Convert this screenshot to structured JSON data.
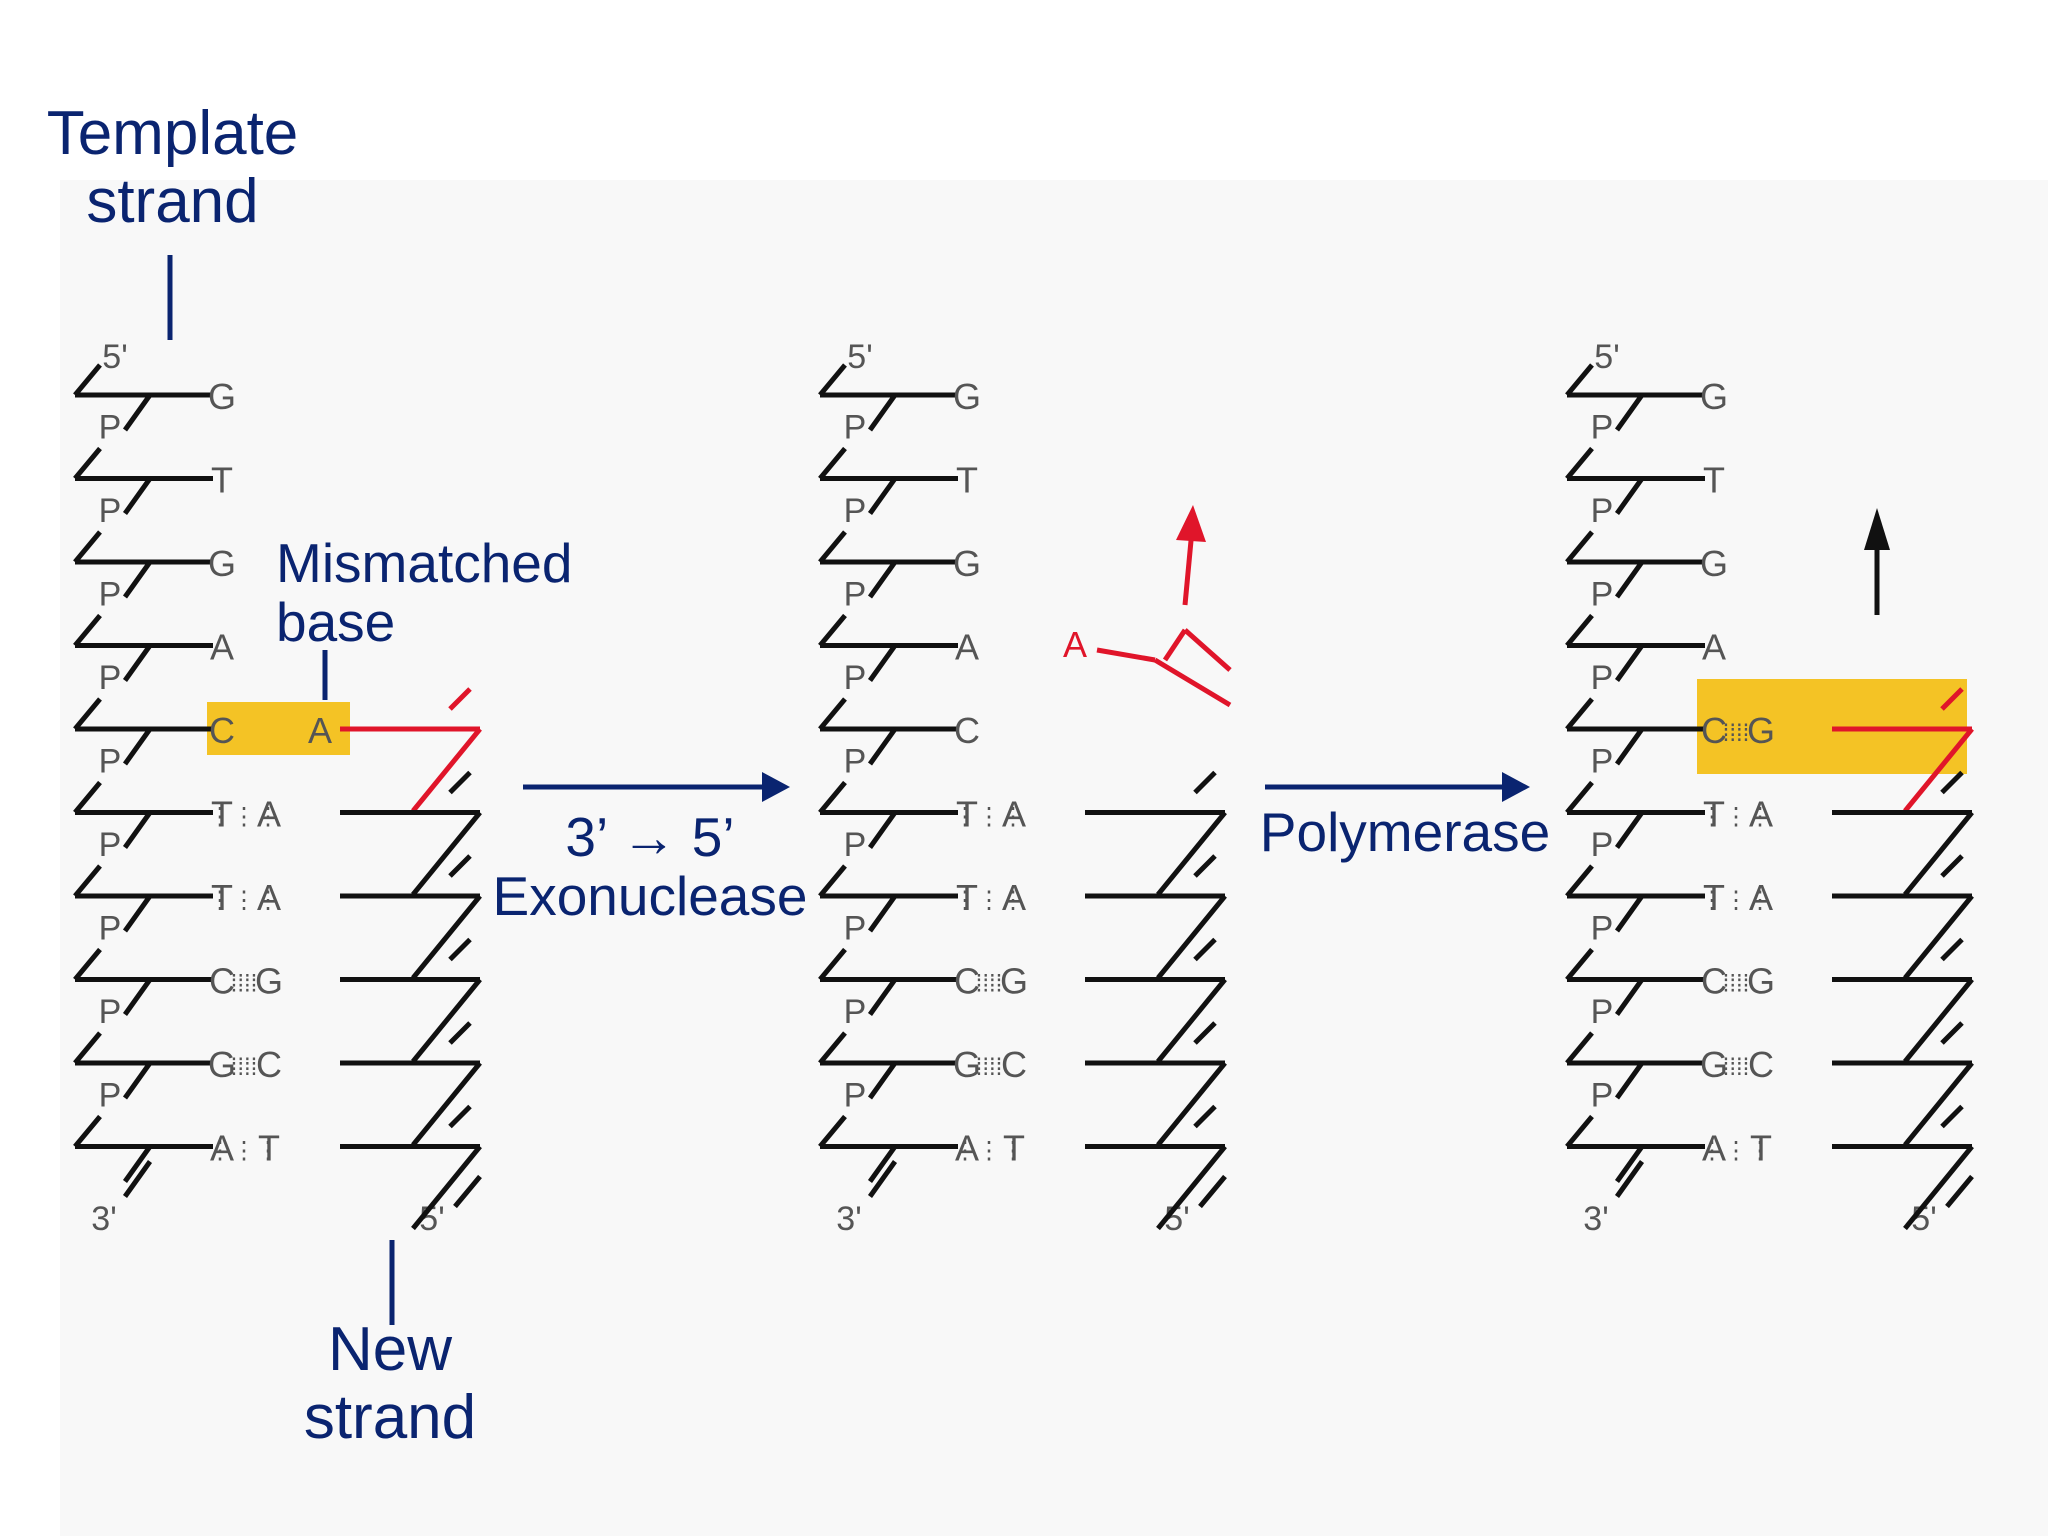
{
  "labels": {
    "template_strand": [
      "Template",
      "strand"
    ],
    "new_strand": [
      "New",
      "strand"
    ],
    "mismatched_base": [
      "Mismatched",
      "base"
    ],
    "exonuclease": [
      "3’ → 5’",
      "Exonuclease"
    ],
    "polymerase": "Polymerase"
  },
  "colors": {
    "navy": "#0a2470",
    "highlight": "#f4c325",
    "red": "#e0152a",
    "black": "#111111",
    "gray_text": "#555555"
  },
  "panels": [
    {
      "name": "mismatch",
      "end_labels": {
        "template_top": "5'",
        "template_bottom": "3'",
        "new_bottom": "5'"
      },
      "phosphate": "P",
      "rows": [
        {
          "left": "G",
          "right": "",
          "bond": 0,
          "new": false
        },
        {
          "left": "T",
          "right": "",
          "bond": 0,
          "new": false
        },
        {
          "left": "G",
          "right": "",
          "bond": 0,
          "new": false
        },
        {
          "left": "A",
          "right": "",
          "bond": 0,
          "new": false
        },
        {
          "left": "C",
          "right": "A",
          "bond": 0,
          "new": "red",
          "highlight": true
        },
        {
          "left": "T",
          "right": "A",
          "bond": 2,
          "new": "black"
        },
        {
          "left": "T",
          "right": "A",
          "bond": 2,
          "new": "black"
        },
        {
          "left": "C",
          "right": "G",
          "bond": 3,
          "new": "black"
        },
        {
          "left": "G",
          "right": "C",
          "bond": 3,
          "new": "black"
        },
        {
          "left": "A",
          "right": "T",
          "bond": 2,
          "new": "black"
        }
      ]
    },
    {
      "name": "excised",
      "end_labels": {
        "template_top": "5'",
        "template_bottom": "3'",
        "new_bottom": "5'"
      },
      "phosphate": "P",
      "removed_base": "A",
      "rows": [
        {
          "left": "G",
          "right": "",
          "bond": 0,
          "new": false
        },
        {
          "left": "T",
          "right": "",
          "bond": 0,
          "new": false
        },
        {
          "left": "G",
          "right": "",
          "bond": 0,
          "new": false
        },
        {
          "left": "A",
          "right": "",
          "bond": 0,
          "new": false
        },
        {
          "left": "C",
          "right": "",
          "bond": 0,
          "new": false
        },
        {
          "left": "T",
          "right": "A",
          "bond": 2,
          "new": "black"
        },
        {
          "left": "T",
          "right": "A",
          "bond": 2,
          "new": "black"
        },
        {
          "left": "C",
          "right": "G",
          "bond": 3,
          "new": "black"
        },
        {
          "left": "G",
          "right": "C",
          "bond": 3,
          "new": "black"
        },
        {
          "left": "A",
          "right": "T",
          "bond": 2,
          "new": "black"
        }
      ]
    },
    {
      "name": "repaired",
      "end_labels": {
        "template_top": "5'",
        "template_bottom": "3'",
        "new_bottom": "5'"
      },
      "phosphate": "P",
      "rows": [
        {
          "left": "G",
          "right": "",
          "bond": 0,
          "new": false
        },
        {
          "left": "T",
          "right": "",
          "bond": 0,
          "new": false
        },
        {
          "left": "G",
          "right": "",
          "bond": 0,
          "new": false
        },
        {
          "left": "A",
          "right": "",
          "bond": 0,
          "new": false
        },
        {
          "left": "C",
          "right": "G",
          "bond": 3,
          "new": "red",
          "highlight": true
        },
        {
          "left": "T",
          "right": "A",
          "bond": 2,
          "new": "black"
        },
        {
          "left": "T",
          "right": "A",
          "bond": 2,
          "new": "black"
        },
        {
          "left": "C",
          "right": "G",
          "bond": 3,
          "new": "black"
        },
        {
          "left": "G",
          "right": "C",
          "bond": 3,
          "new": "black"
        },
        {
          "left": "A",
          "right": "T",
          "bond": 2,
          "new": "black"
        }
      ]
    }
  ]
}
